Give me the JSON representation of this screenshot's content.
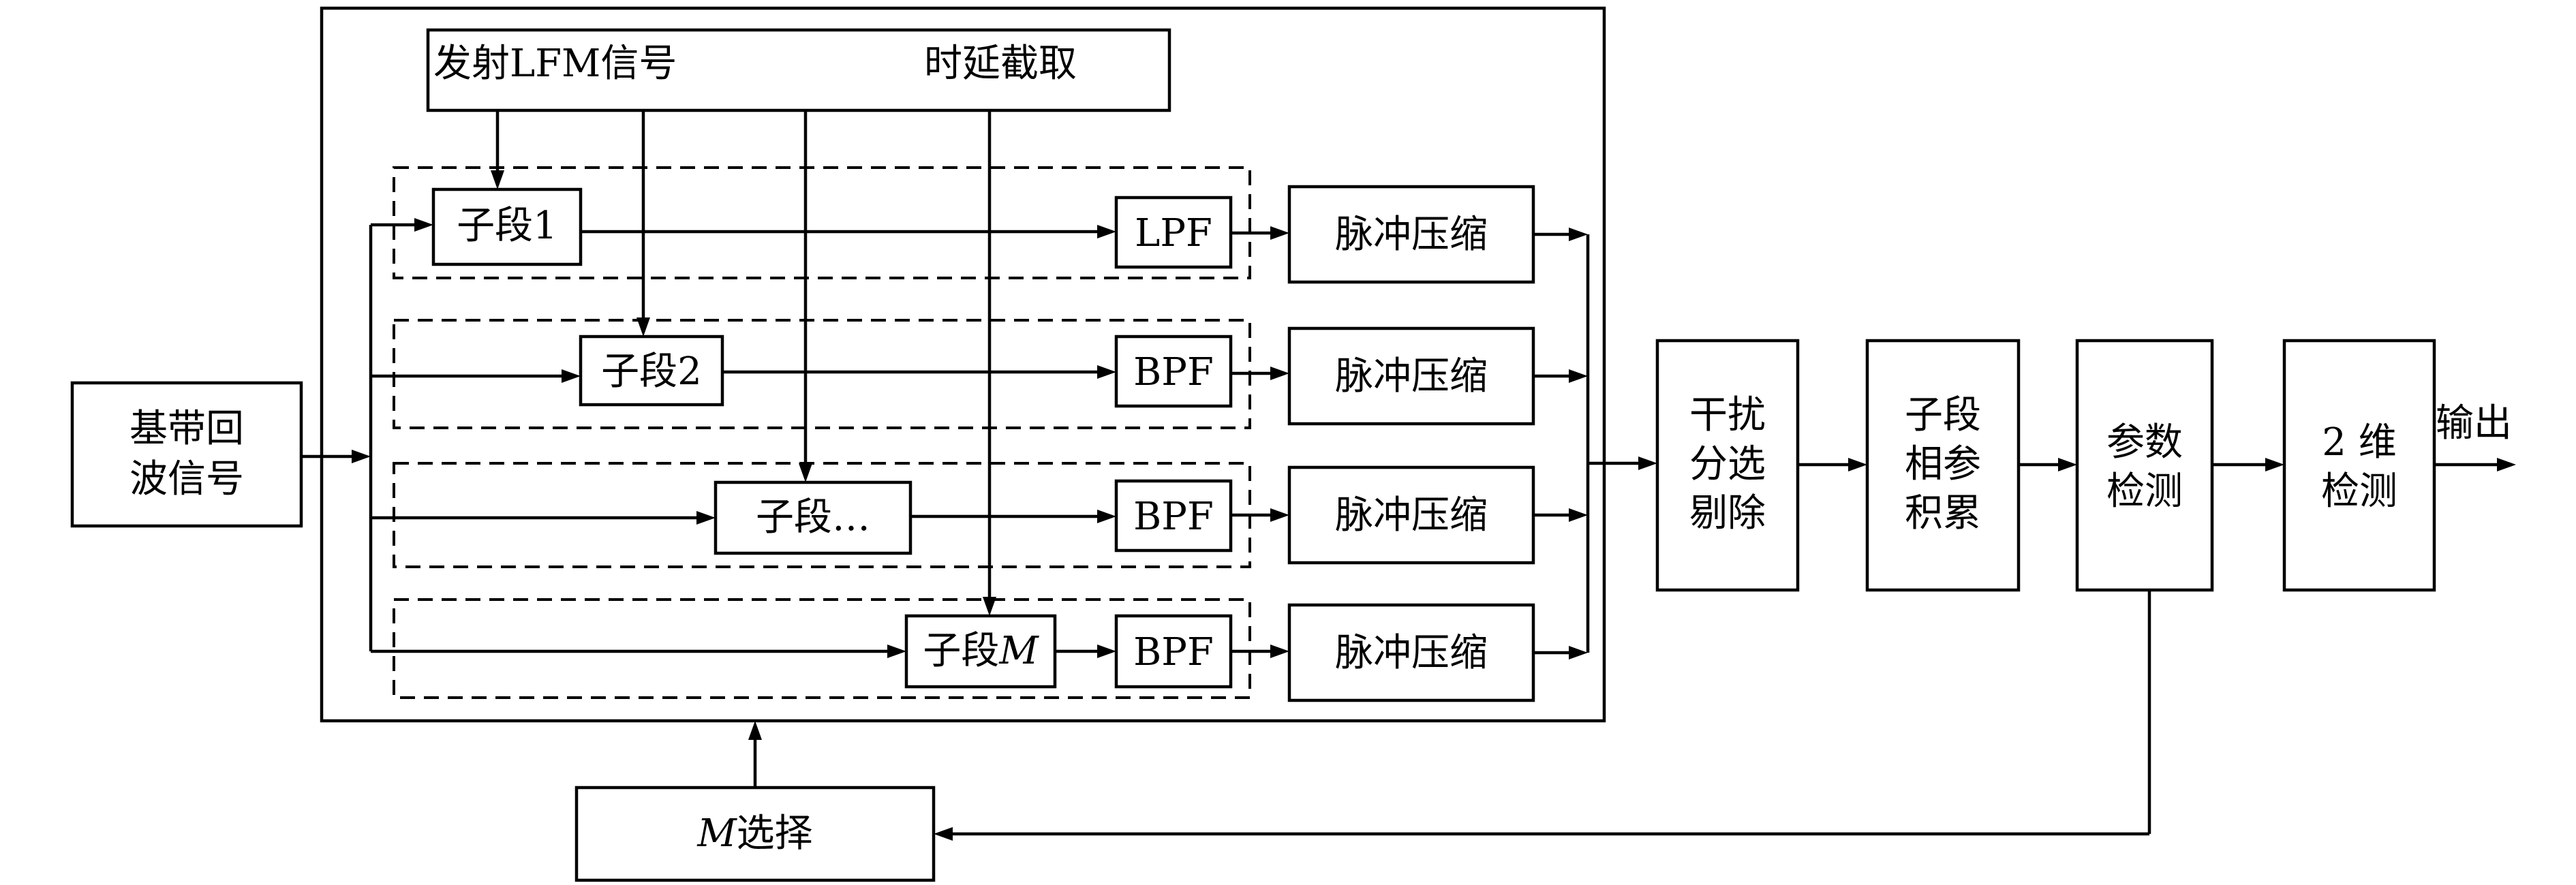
{
  "header": {
    "transmit": "发射LFM信号",
    "delay": "时延截取"
  },
  "input": {
    "line1": "基带回",
    "line2": "波信号"
  },
  "segments": [
    {
      "label": "子段1",
      "filter": "LPF",
      "pc": "脉冲压缩"
    },
    {
      "label": "子段2",
      "filter": "BPF",
      "pc": "脉冲压缩"
    },
    {
      "label": "子段…",
      "filter": "BPF",
      "pc": "脉冲压缩"
    },
    {
      "label_prefix": "子段",
      "label_var": "M",
      "filter": "BPF",
      "pc": "脉冲压缩"
    }
  ],
  "stages": [
    {
      "lines": [
        "干扰",
        "分选",
        "剔除"
      ]
    },
    {
      "lines": [
        "子段",
        "相参",
        "积累"
      ]
    },
    {
      "lines": [
        "参数",
        "检测"
      ]
    },
    {
      "lines": [
        "2 维",
        "检测"
      ]
    }
  ],
  "output": "输出",
  "mselect": {
    "var": "M",
    "text": "选择"
  }
}
